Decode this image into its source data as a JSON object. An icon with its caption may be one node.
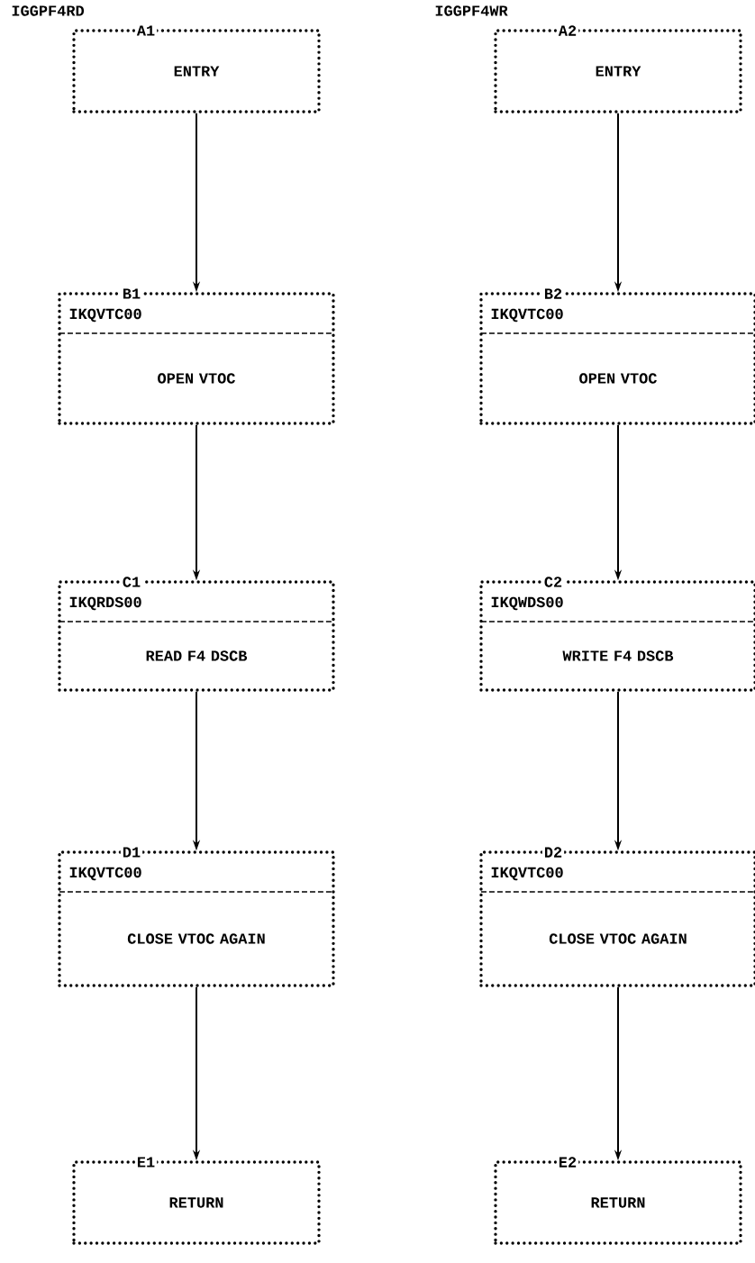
{
  "diagram": {
    "nodes": [
      {
        "text": [
          "A1",
          "ENTRY"
        ],
        "beside": [
          "IGGPF4RD"
        ]
      },
      {
        "text": [
          "B1",
          "IKQVTC00",
          "OPEN VTOC"
        ]
      },
      {
        "text": [
          "C1",
          "IKQRDS00",
          "READ F4 DSCB"
        ]
      },
      {
        "text": [
          "D1",
          "IKQVTC00",
          "CLOSE VTOC AGAIN"
        ]
      },
      {
        "text": [
          "E1",
          "RETURN"
        ]
      },
      {
        "text": [
          "A2",
          "ENTRY"
        ],
        "beside": [
          "IGGPF4WR"
        ]
      },
      {
        "text": [
          "B2",
          "IKQVTC00",
          "OPEN VTOC"
        ]
      },
      {
        "text": [
          "C2",
          "IKQWDS00",
          "WRITE F4 DSCB"
        ]
      },
      {
        "text": [
          "D2",
          "IKQVTC00",
          "CLOSE VTOC AGAIN"
        ]
      },
      {
        "text": [
          "E2",
          "RETURN"
        ]
      }
    ],
    "edges": [
      {
        "from": 0,
        "to": 1,
        "arrow": "to"
      },
      {
        "from": 1,
        "to": 2,
        "arrow": "to"
      },
      {
        "from": 2,
        "to": 3,
        "arrow": "to"
      },
      {
        "from": 3,
        "to": 4,
        "arrow": "to"
      },
      {
        "from": 5,
        "to": 6,
        "arrow": "to"
      },
      {
        "from": 6,
        "to": 7,
        "arrow": "to"
      },
      {
        "from": 7,
        "to": 8,
        "arrow": "to"
      },
      {
        "from": 8,
        "to": 9,
        "arrow": "to"
      }
    ]
  }
}
